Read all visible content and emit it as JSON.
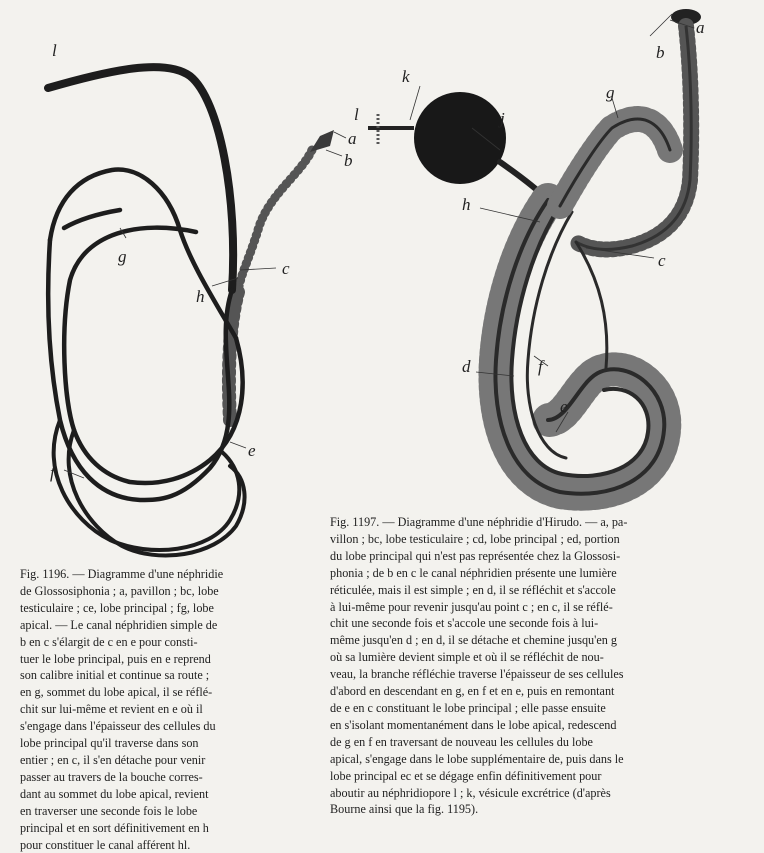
{
  "figure1196": {
    "labels": {
      "a": "a",
      "b": "b",
      "c": "c",
      "e": "e",
      "f": "f",
      "g": "g",
      "h": "h",
      "l": "l"
    },
    "caption_lines": [
      "Fig. 1196. — Diagramme d'une néphridie",
      "de Glossosiphonia ; a, pavillon ; bc, lobe",
      "testiculaire ; ce, lobe principal ; fg, lobe",
      "apical. — Le canal néphridien simple de",
      "b en c s'élargit de c en e pour consti-",
      "tuer le lobe principal, puis en e reprend",
      "son calibre initial et continue sa route ;",
      "en g, sommet du lobe apical, il se réflé-",
      "chit sur lui-même et revient en e où il",
      "s'engage dans l'épaisseur des cellules du",
      "lobe principal qu'il traverse dans son",
      "entier ; en c, il s'en détache pour venir",
      "passer au travers de la bouche corres-",
      "dant au sommet du lobe apical, revient",
      "en traverser une seconde fois le lobe",
      "principal et en sort définitivement en h",
      "pour constituer le canal afférent hl."
    ]
  },
  "figure1197": {
    "labels": {
      "a": "a",
      "b": "b",
      "c": "c",
      "d": "d",
      "e": "e",
      "f": "f",
      "g": "g",
      "h": "h",
      "j": "j",
      "k": "k",
      "l": "l"
    },
    "caption_lines": [
      "Fig. 1197. — Diagramme d'une néphridie d'Hirudo. — a, pa-",
      "villon ; bc, lobe testiculaire ; cd, lobe principal ; ed, portion",
      "du lobe principal qui n'est pas représentée chez la Glossosi-",
      "phonia ; de b en c le canal néphridien présente une lumière",
      "réticulée, mais il est simple ; en d, il se réfléchit et s'accole",
      "à lui-même pour revenir jusqu'au point c ; en c, il se réflé-",
      "chit une seconde fois et s'accole une seconde fois à lui-",
      "même jusqu'en d ; en d, il se détache et chemine jusqu'en g",
      "où sa lumière devient simple et où il se réfléchit de nou-",
      "veau, la branche réfléchie traverse l'épaisseur de ses cellules",
      "d'abord en descendant en g, en f et en e, puis en remontant",
      "de e en c constituant le lobe principal ; elle passe ensuite",
      "en s'isolant momentanément dans le lobe apical, redescend",
      "de g en f en traversant de nouveau les cellules du lobe",
      "apical, s'engage dans le lobe supplémentaire de, puis dans le",
      "lobe principal ec et se dégage enfin définitivement pour",
      "aboutir au néphridiopore l ; k, vésicule excrétrice (d'après",
      "Bourne ainsi que la fig. 1195)."
    ]
  }
}
